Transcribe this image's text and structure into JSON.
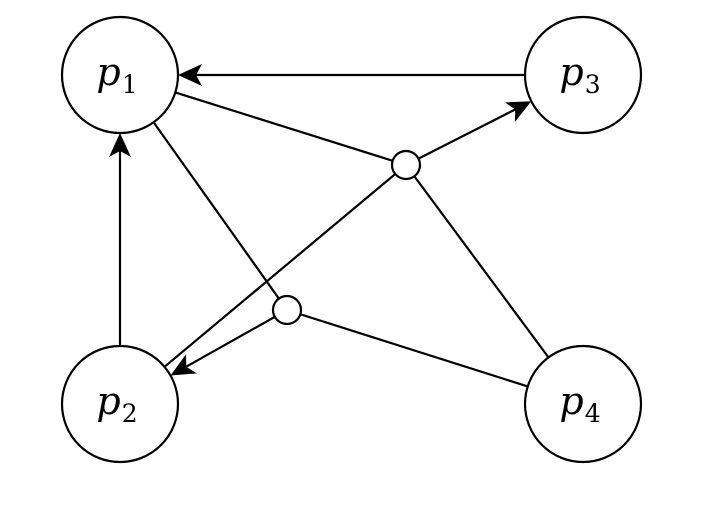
{
  "diagram": {
    "colors": {
      "stroke": "#000000",
      "fill": "#ffffff"
    },
    "nodes": [
      {
        "id": "p1",
        "base": "p",
        "sub": "1"
      },
      {
        "id": "p2",
        "base": "p",
        "sub": "2"
      },
      {
        "id": "p3",
        "base": "p",
        "sub": "3"
      },
      {
        "id": "p4",
        "base": "p",
        "sub": "4"
      }
    ],
    "junctions": [
      {
        "id": "j_upper"
      },
      {
        "id": "j_lower"
      }
    ],
    "edges": [
      {
        "from": "p3",
        "to": "p1",
        "arrow": true
      },
      {
        "from": "p2",
        "to": "p1",
        "arrow": true
      },
      {
        "from": "p1",
        "to": "j_upper",
        "arrow": false
      },
      {
        "from": "j_upper",
        "to": "p3",
        "arrow": true
      },
      {
        "from": "j_upper",
        "to": "p2",
        "arrow": false
      },
      {
        "from": "j_upper",
        "to": "p4",
        "arrow": false
      },
      {
        "from": "p1",
        "to": "j_lower",
        "arrow": false
      },
      {
        "from": "j_lower",
        "to": "p2",
        "arrow": true
      },
      {
        "from": "j_lower",
        "to": "p4",
        "arrow": false
      }
    ]
  }
}
